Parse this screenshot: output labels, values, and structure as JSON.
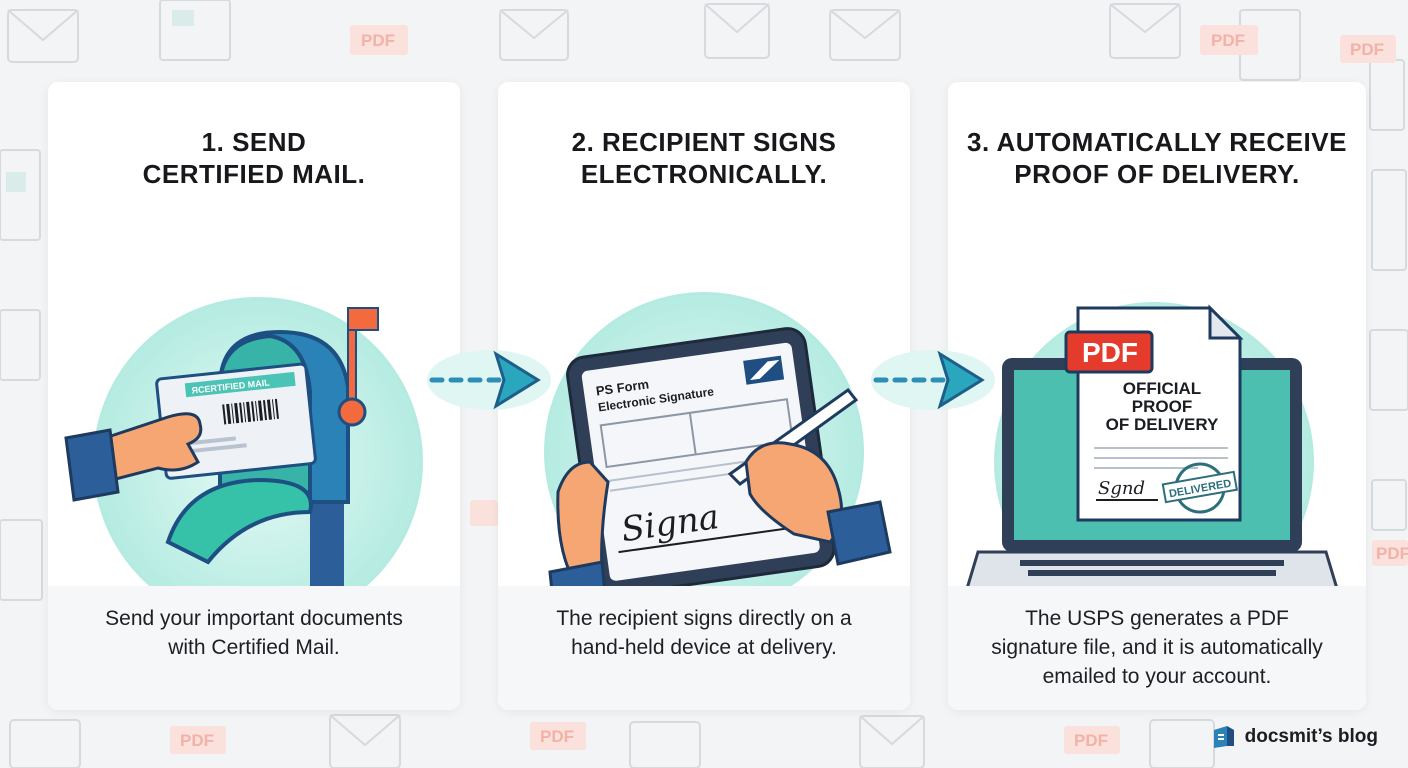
{
  "steps": [
    {
      "title_lines": [
        "1. SEND",
        "CERTIFIED MAIL."
      ],
      "desc_lines": [
        "Send your important documents",
        "with Certified Mail."
      ],
      "envelope_label": "ЯCERTIFIED MAIL"
    },
    {
      "title_lines": [
        "2. RECIPIENT SIGNS",
        "ELECTRONICALLY."
      ],
      "desc_lines": [
        "The recipient signs directly on a",
        "hand-held device at delivery."
      ],
      "form_lines": [
        "PS Form",
        "Electronic Signature"
      ],
      "signature": "Signa"
    },
    {
      "title_lines": [
        "3. AUTOMATICALLY RECEIVE",
        "PROOF OF DELIVERY."
      ],
      "desc_lines": [
        "The USPS generates a PDF",
        "signature file, and it is automatically",
        "emailed to your account."
      ],
      "pdf_badge": "PDF",
      "doc_lines": [
        "OFFICIAL",
        "PROOF",
        "OF DELIVERY"
      ],
      "doc_signature": "Sgnd",
      "stamp": "DELIVERED"
    }
  ],
  "background_label": "PDF",
  "brand": {
    "name": "docsmit’s blog"
  },
  "colors": {
    "teal": "#2bb3a3",
    "teal_light": "#bfeee6",
    "navy": "#1f4f82",
    "pdf_red": "#e53b2c",
    "flag_orange": "#f26a3d"
  }
}
